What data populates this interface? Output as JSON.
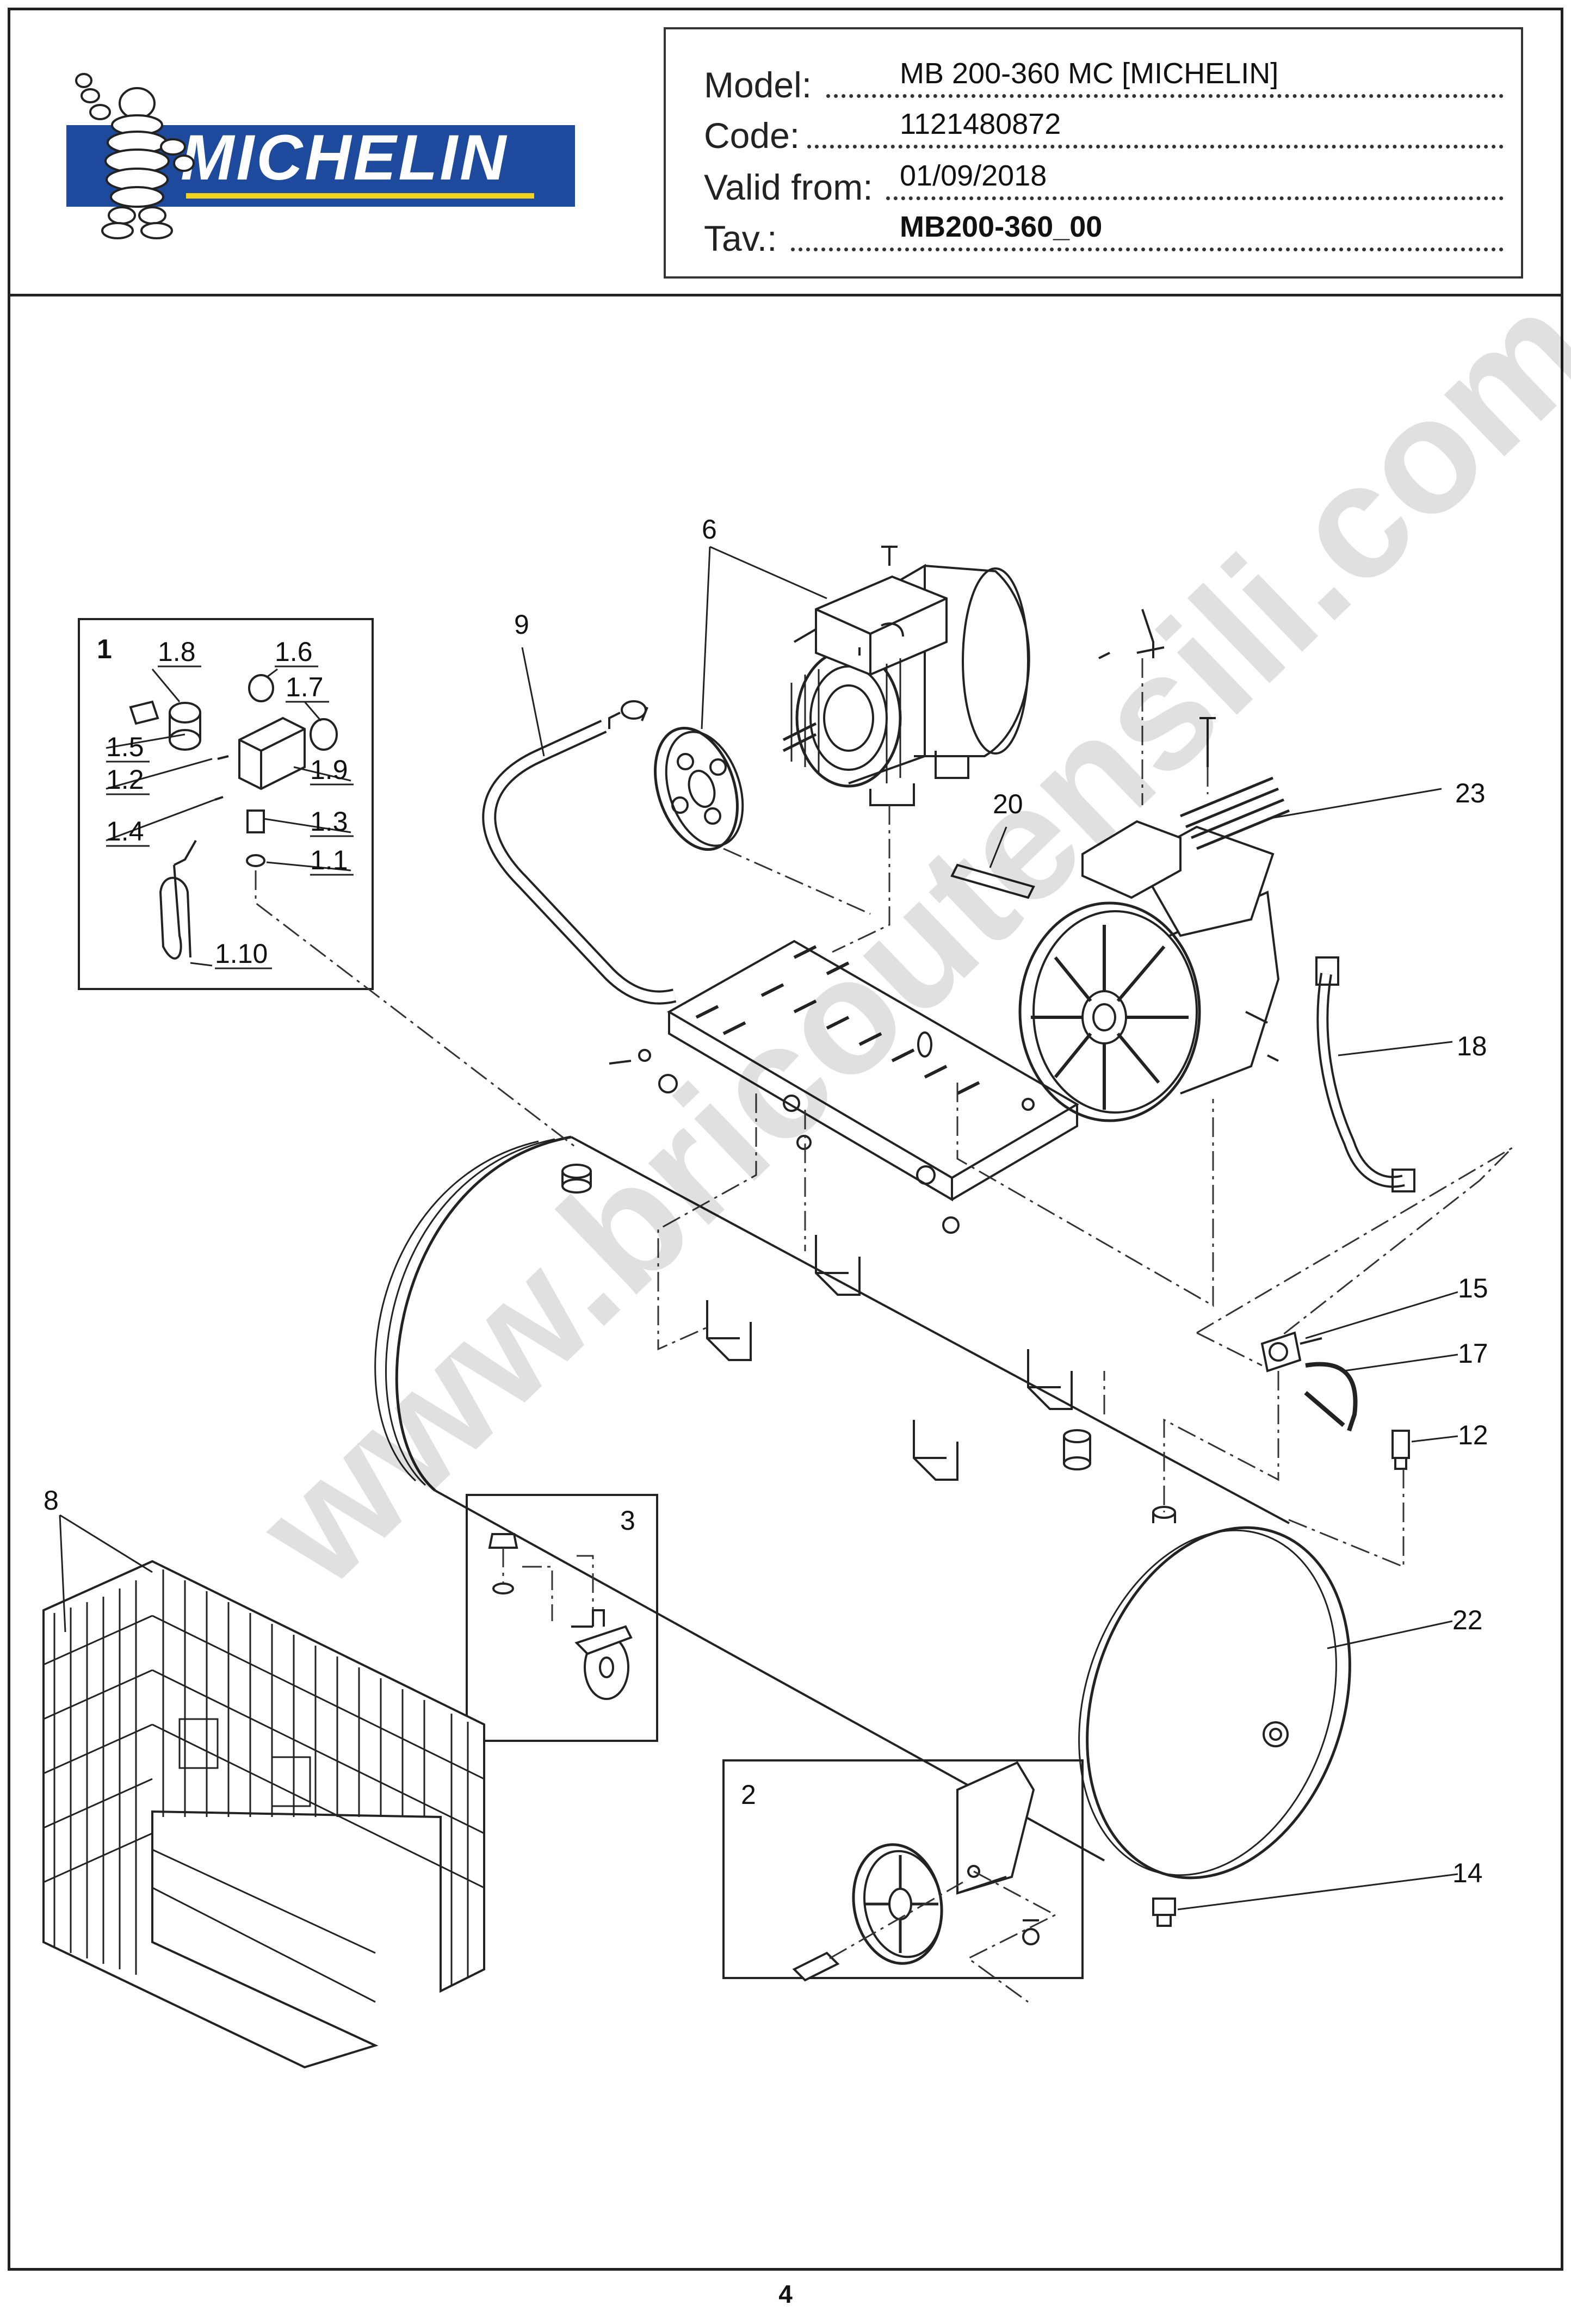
{
  "header": {
    "brand": "MICHELIN",
    "model_label": "Model:",
    "model_value": "MB 200-360 MC [MICHELIN]",
    "code_label": "Code:",
    "code_value": "1121480872",
    "valid_label": "Valid from:",
    "valid_value": "01/09/2018",
    "tav_label": "Tav.:",
    "tav_value": "MB200-360_00"
  },
  "watermark": "www.bricoutensili.com",
  "callouts": {
    "c1": "1",
    "c1_1": "1.1",
    "c1_2": "1.2",
    "c1_3": "1.3",
    "c1_4": "1.4",
    "c1_5": "1.5",
    "c1_6": "1.6",
    "c1_7": "1.7",
    "c1_8": "1.8",
    "c1_9": "1.9",
    "c1_10": "1.10",
    "c2": "2",
    "c3": "3",
    "c6": "6",
    "c8": "8",
    "c9": "9",
    "c12": "12",
    "c14": "14",
    "c15": "15",
    "c17": "17",
    "c18": "18",
    "c20": "20",
    "c22": "22",
    "c23": "23"
  },
  "footer": {
    "page_number": "4"
  },
  "colors": {
    "brand_blue": "#1d4a9c",
    "brand_yellow": "#f2d21a"
  }
}
